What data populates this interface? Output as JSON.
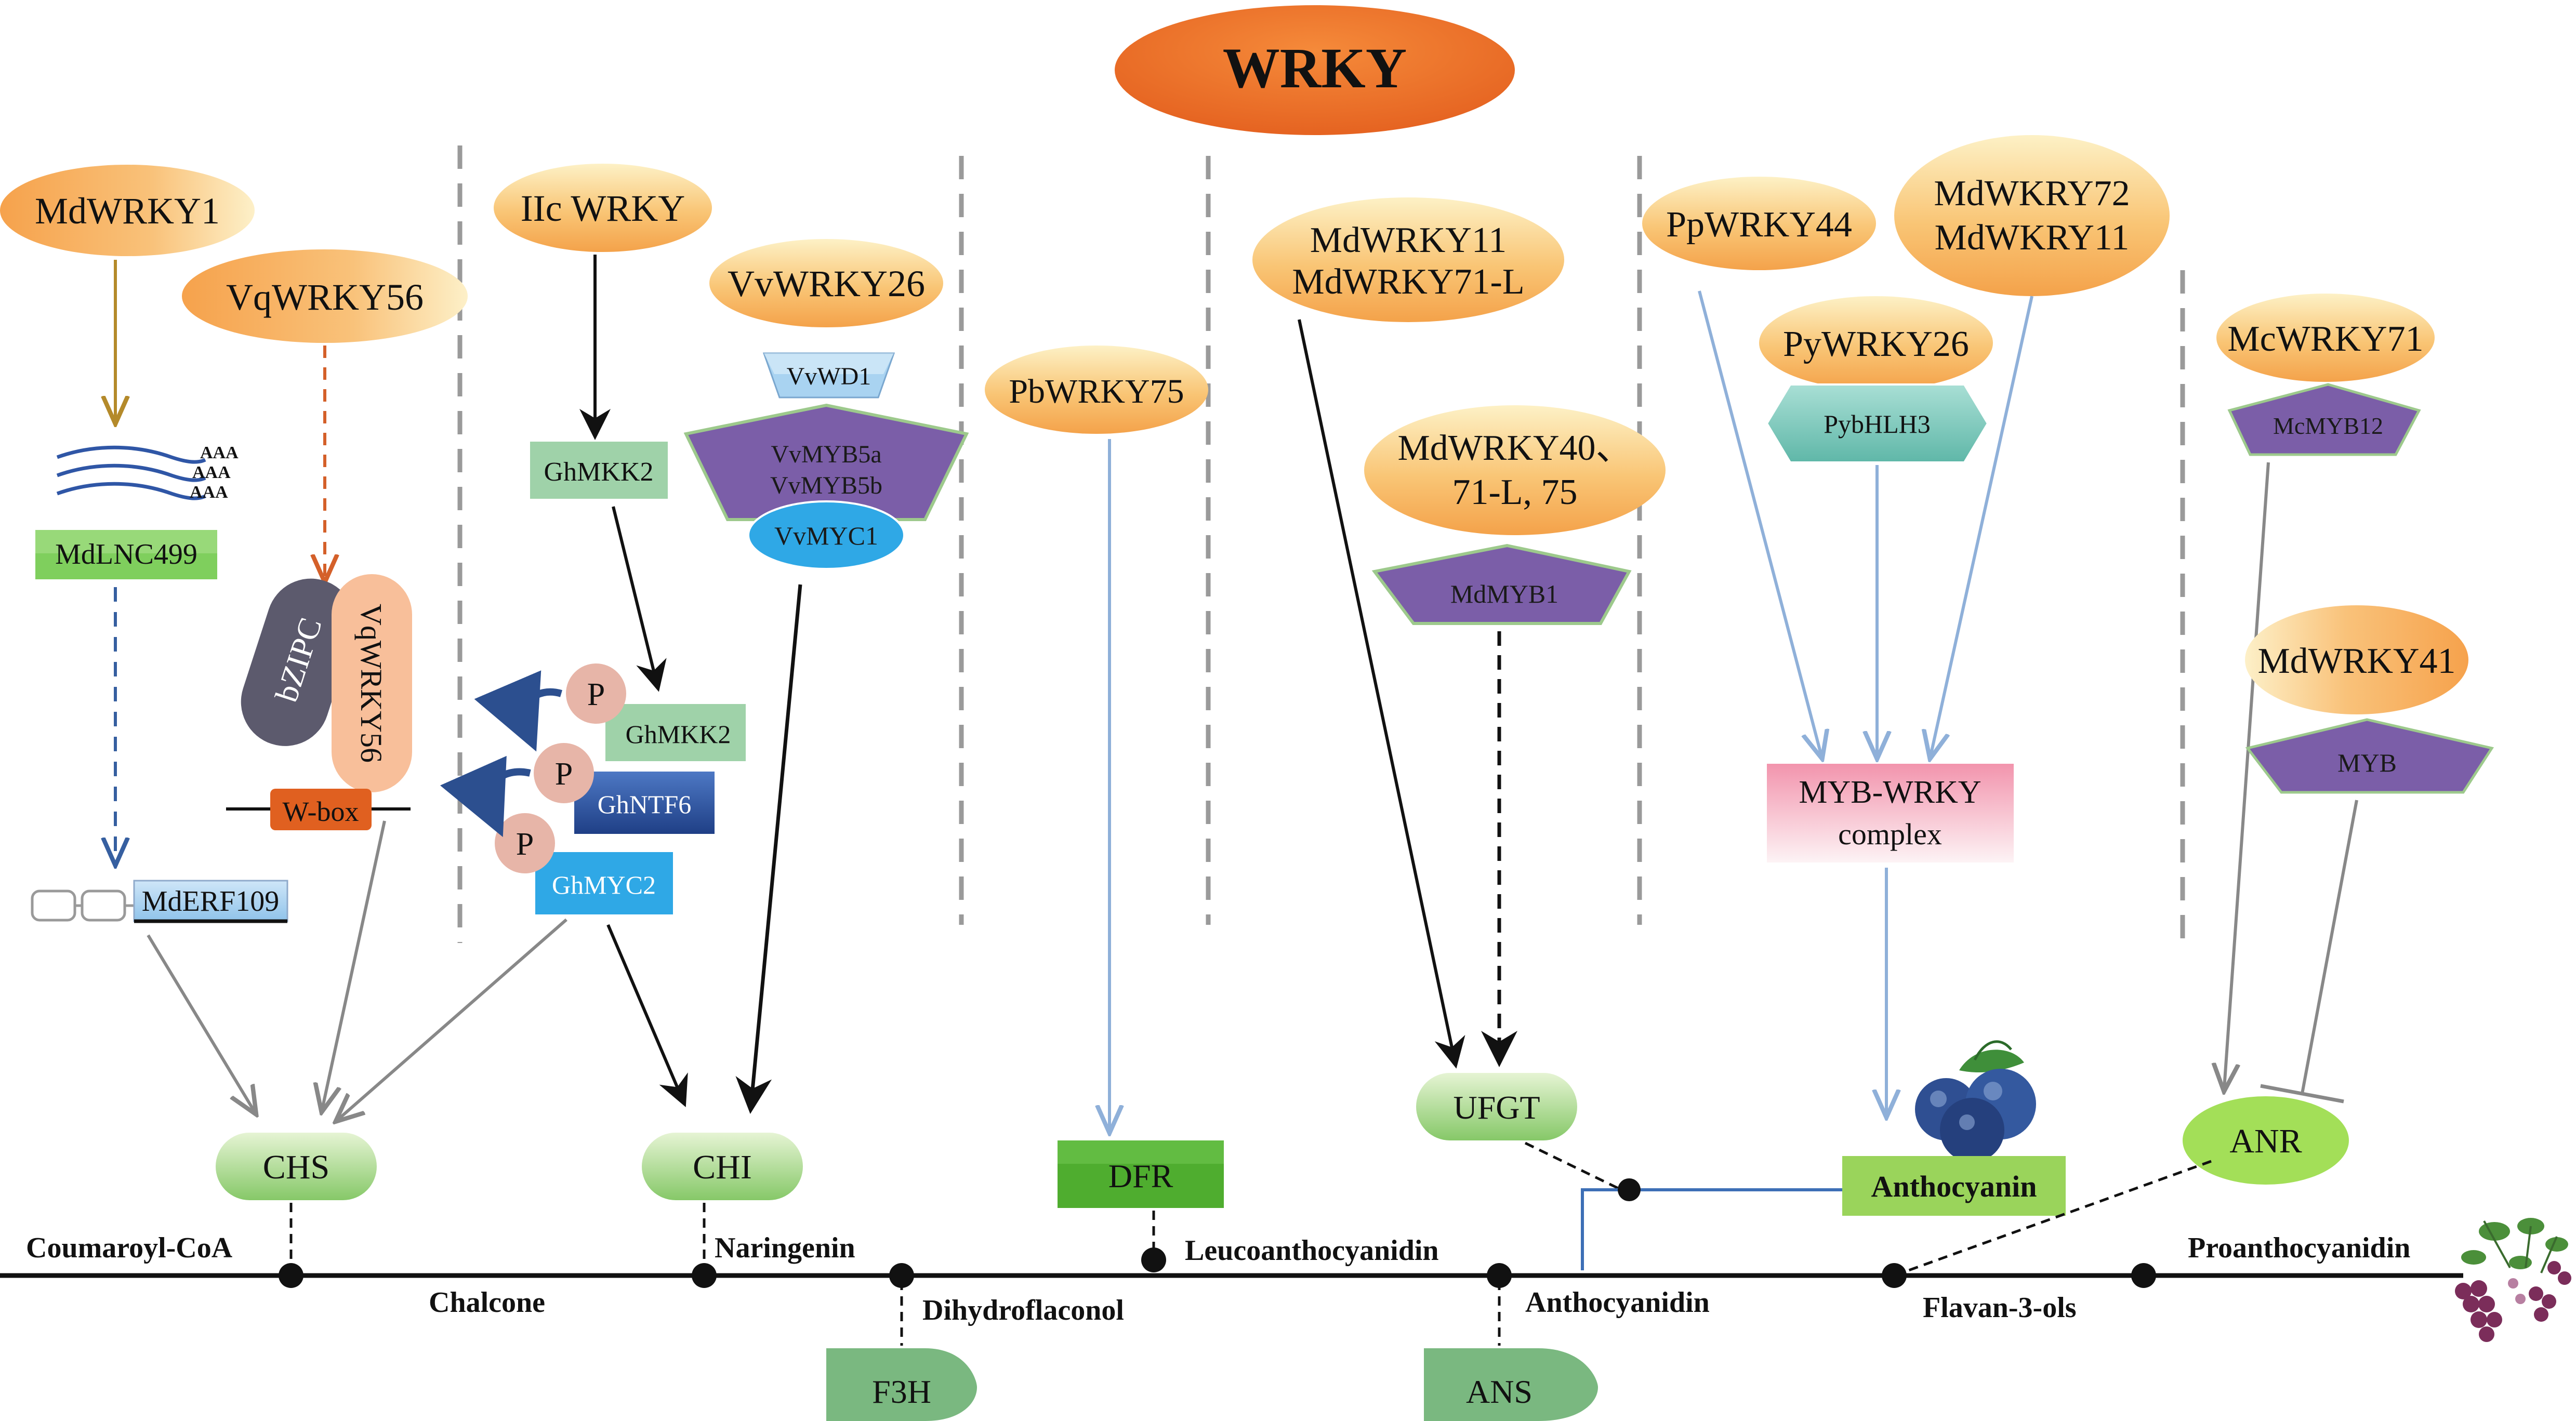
{
  "title": "WRKY",
  "colors": {
    "orange_grad_top": "#fde9b8",
    "orange_grad_bottom": "#f6a85a",
    "title_fill": "#ef7028",
    "green_enzyme": "#8ccc6a",
    "dark_green_box": "#4fad2f",
    "gray_green_shape": "#7fb889",
    "mint_box": "#9bcfa3",
    "purple": "#7b5ea8",
    "light_blue": "#8fc5ea",
    "cyan_blue": "#2fa4e0",
    "dark_blue": "#2c58a3",
    "pink_box": "#f3a7b8",
    "wbox_fill": "#e46a2a",
    "bzip_fill": "#5c5a6d",
    "vqwrky_fill": "#f6b58c",
    "phospho_fill": "#e8b4a7",
    "brown_arrow": "#b48a2a",
    "orange_dash": "#d4602a",
    "blue_dash": "#365fa0",
    "gray_line": "#888888",
    "light_blue_line": "#8fb0d9"
  },
  "regulators": {
    "mdwrky1": "MdWRKY1",
    "vqwrky56": "VqWRKY56",
    "iic_wrky": "IIc WRKY",
    "vvwrky26": "VvWRKY26",
    "pbwrky75": "PbWRKY75",
    "mdwrky11_line1": "MdWRKY11",
    "mdwrky11_line2": "MdWRKY71-L",
    "mdwrky40_line1": "MdWRKY40、",
    "mdwrky40_line2": "71-L, 75",
    "ppwrky44": "PpWRKY44",
    "mdwkry72_line1": "MdWKRY72",
    "mdwkry72_line2": "MdWKRY11",
    "pywrky26": "PyWRKY26",
    "mcwrky71": "McWRKY71",
    "mdwrky41": "MdWRKY41"
  },
  "partners": {
    "aaa": "AAA",
    "mdlnc499": "MdLNC499",
    "mderf109": "MdERF109",
    "bzipc": "bZIPC",
    "vqwrky56_rot": "VqWRKY56",
    "wbox": "W-box",
    "ghmkk2_top": "GhMKK2",
    "phospho": "P",
    "ghmkk2_p": "GhMKK2",
    "ghntf6": "GhNTF6",
    "ghmyc2": "GhMYC2",
    "vvwd1": "VvWD1",
    "vvmyb5a": "VvMYB5a",
    "vvmyb5b": "VvMYB5b",
    "vvmyc1": "VvMYC1",
    "mdmyb1": "MdMYB1",
    "pybhlh3": "PybHLH3",
    "myb_wrky_line1": "MYB-WRKY",
    "myb_wrky_line2": "complex",
    "mcmyb12": "McMYB12",
    "myb": "MYB"
  },
  "enzymes": {
    "chs": "CHS",
    "chi": "CHI",
    "dfr": "DFR",
    "ufgt": "UFGT",
    "anr": "ANR",
    "f3h": "F3H",
    "ans": "ANS",
    "anthocyanin": "Anthocyanin"
  },
  "pathway": {
    "coumaroyl": "Coumaroyl-CoA",
    "chalcone": "Chalcone",
    "naringenin": "Naringenin",
    "dihydro": "Dihydroflaconol",
    "leuco": "Leucoanthocyanidin",
    "anthocyanidin": "Anthocyanidin",
    "flavan": "Flavan-3-ols",
    "proantho": "Proanthocyanidin"
  }
}
